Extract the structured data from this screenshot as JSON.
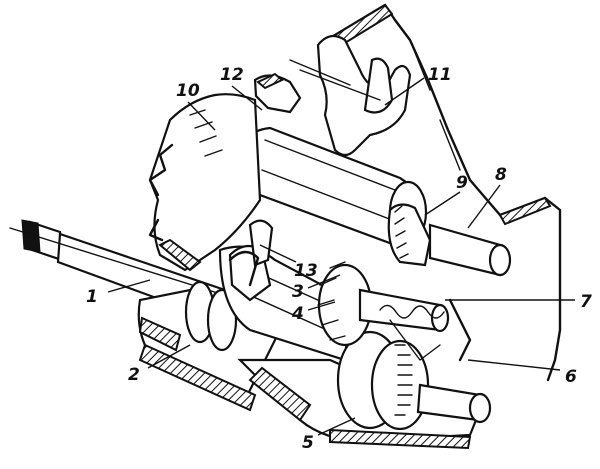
{
  "figure": {
    "callouts": [
      {
        "id": "c1",
        "label": "1"
      },
      {
        "id": "c2",
        "label": "2"
      },
      {
        "id": "c3",
        "label": "3"
      },
      {
        "id": "c4",
        "label": "4"
      },
      {
        "id": "c5",
        "label": "5"
      },
      {
        "id": "c6",
        "label": "6"
      },
      {
        "id": "c7",
        "label": "7"
      },
      {
        "id": "c8",
        "label": "8"
      },
      {
        "id": "c9",
        "label": "9"
      },
      {
        "id": "c10",
        "label": "10"
      },
      {
        "id": "c11",
        "label": "11"
      },
      {
        "id": "c12",
        "label": "12"
      },
      {
        "id": "c13",
        "label": "13"
      }
    ]
  }
}
